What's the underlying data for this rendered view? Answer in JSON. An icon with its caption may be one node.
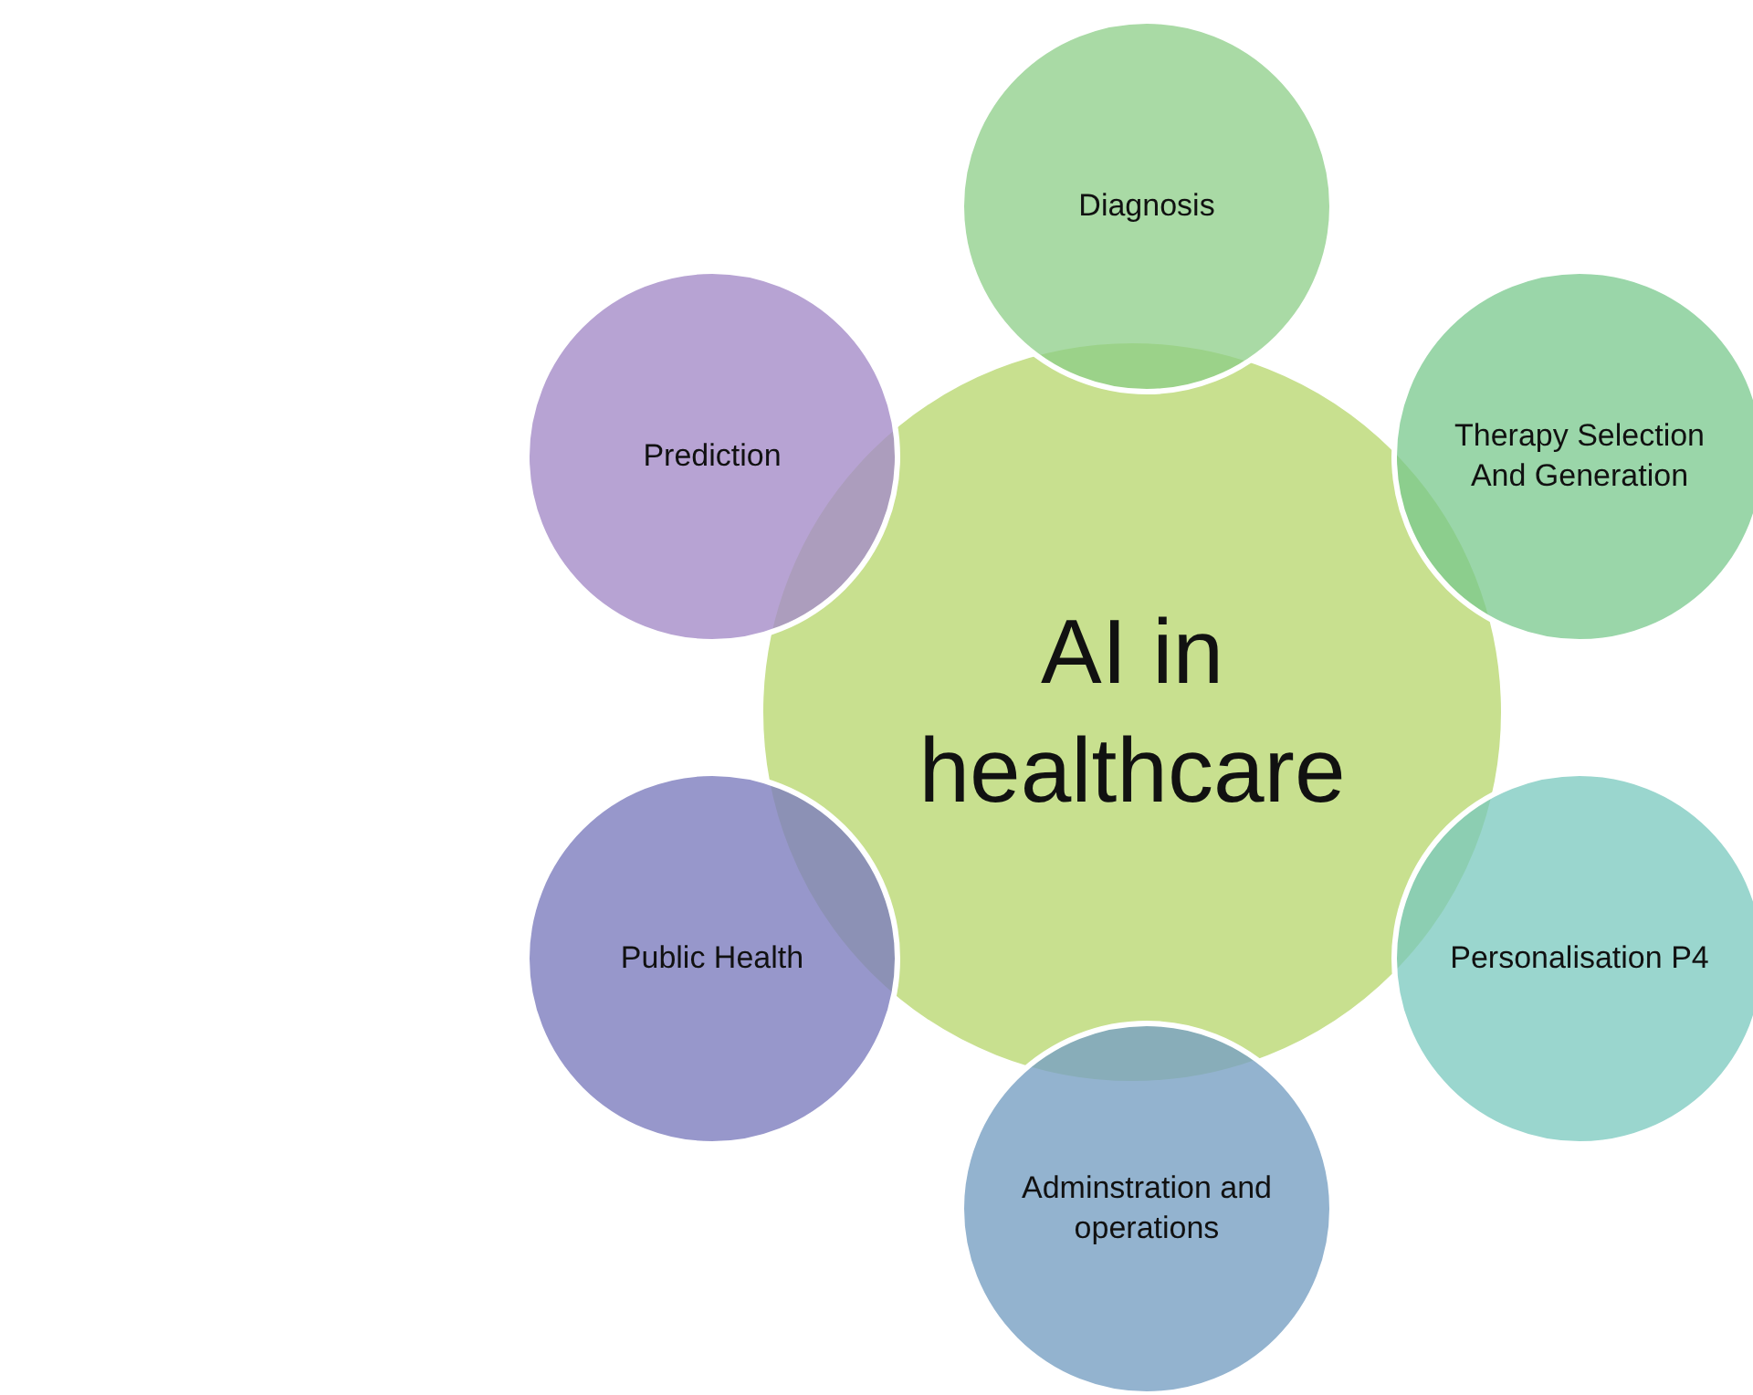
{
  "diagram": {
    "nodes": [
      {
        "text": [
          "AI in healthcare"
        ]
      },
      {
        "text": [
          "Diagnosis"
        ]
      },
      {
        "text": [
          "Therapy Selection And Generation"
        ]
      },
      {
        "text": [
          "Personalisation P4"
        ]
      },
      {
        "text": [
          "Adminstration and operations"
        ]
      },
      {
        "text": [
          "Public Health"
        ]
      },
      {
        "text": [
          "Prediction"
        ]
      }
    ]
  }
}
